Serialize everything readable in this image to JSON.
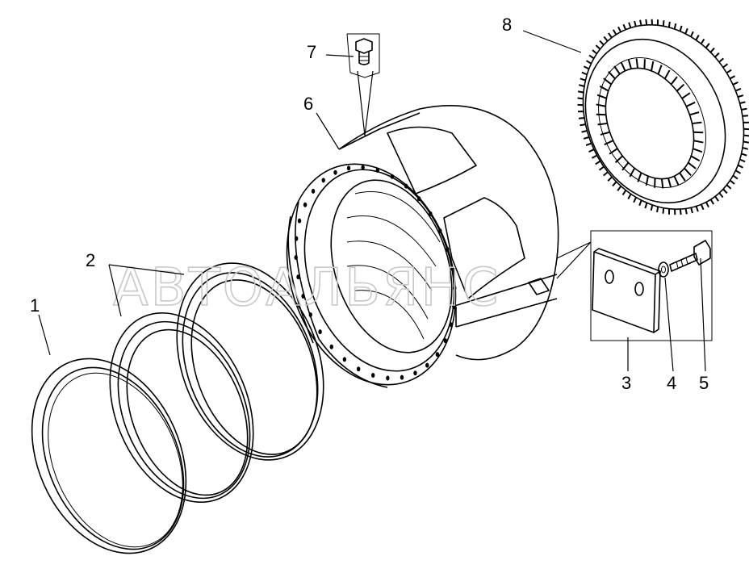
{
  "watermark": "АВТОАЛЬЯНС",
  "callouts": [
    {
      "id": "1",
      "label": "1"
    },
    {
      "id": "2",
      "label": "2"
    },
    {
      "id": "3",
      "label": "3"
    },
    {
      "id": "4",
      "label": "4"
    },
    {
      "id": "5",
      "label": "5"
    },
    {
      "id": "6",
      "label": "6"
    },
    {
      "id": "7",
      "label": "7"
    },
    {
      "id": "8",
      "label": "8"
    }
  ],
  "colors": {
    "ink": "#000000",
    "watermark": "#c8c8c8",
    "background": "#ffffff"
  }
}
